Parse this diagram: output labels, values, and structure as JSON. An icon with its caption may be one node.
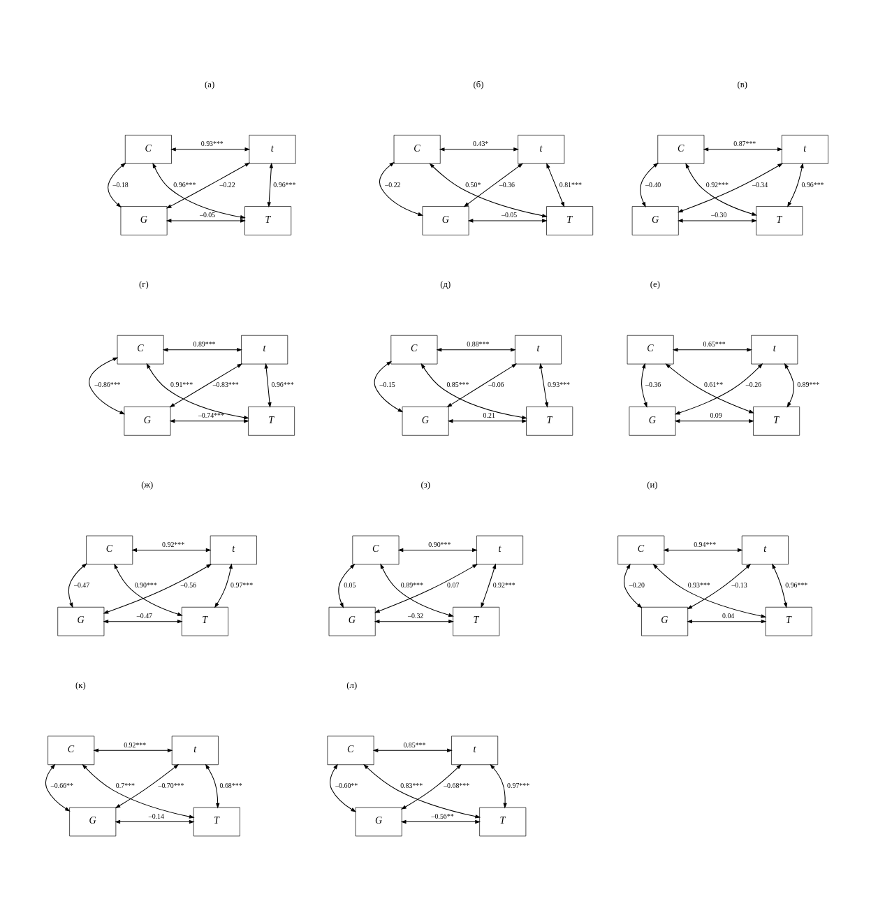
{
  "diagram": {
    "nodes": [
      {
        "text": [
          "C"
        ]
      },
      {
        "text": [
          "t"
        ]
      },
      {
        "text": [
          "G"
        ]
      },
      {
        "text": [
          "T"
        ]
      },
      {
        "text": [
          "C"
        ]
      },
      {
        "text": [
          "t"
        ]
      },
      {
        "text": [
          "G"
        ]
      },
      {
        "text": [
          "T"
        ]
      },
      {
        "text": [
          "C"
        ]
      },
      {
        "text": [
          "t"
        ]
      },
      {
        "text": [
          "G"
        ]
      },
      {
        "text": [
          "T"
        ]
      },
      {
        "text": [
          "C"
        ]
      },
      {
        "text": [
          "t"
        ]
      },
      {
        "text": [
          "G"
        ]
      },
      {
        "text": [
          "T"
        ]
      },
      {
        "text": [
          "C"
        ]
      },
      {
        "text": [
          "t"
        ]
      },
      {
        "text": [
          "G"
        ]
      },
      {
        "text": [
          "T"
        ]
      },
      {
        "text": [
          "C"
        ]
      },
      {
        "text": [
          "t"
        ]
      },
      {
        "text": [
          "G"
        ]
      },
      {
        "text": [
          "T"
        ]
      },
      {
        "text": [
          "C"
        ]
      },
      {
        "text": [
          "t"
        ]
      },
      {
        "text": [
          "G"
        ]
      },
      {
        "text": [
          "T"
        ]
      },
      {
        "text": [
          "C"
        ]
      },
      {
        "text": [
          "t"
        ]
      },
      {
        "text": [
          "G"
        ]
      },
      {
        "text": [
          "T"
        ]
      },
      {
        "text": [
          "C"
        ]
      },
      {
        "text": [
          "t"
        ]
      },
      {
        "text": [
          "G"
        ]
      },
      {
        "text": [
          "T"
        ]
      },
      {
        "text": [
          "C"
        ]
      },
      {
        "text": [
          "t"
        ]
      },
      {
        "text": [
          "G"
        ]
      },
      {
        "text": [
          "T"
        ]
      },
      {
        "text": [
          "C"
        ]
      },
      {
        "text": [
          "t"
        ]
      },
      {
        "text": [
          "G"
        ]
      },
      {
        "text": [
          "T"
        ]
      }
    ],
    "edges": [
      {
        "from": 0,
        "to": 1,
        "arrow": "both",
        "label": "0.93***"
      },
      {
        "from": 0,
        "to": 2,
        "arrow": "both",
        "label": "–0.18"
      },
      {
        "from": 0,
        "to": 3,
        "arrow": "both",
        "label": "0.96***"
      },
      {
        "from": 1,
        "to": 2,
        "arrow": "both",
        "label": "–0.22"
      },
      {
        "from": 1,
        "to": 3,
        "arrow": "both",
        "label": "0.96***"
      },
      {
        "from": 2,
        "to": 3,
        "arrow": "both",
        "label": "–0.05"
      },
      {
        "from": 4,
        "to": 5,
        "arrow": "both",
        "label": "0.43*"
      },
      {
        "from": 4,
        "to": 6,
        "arrow": "both",
        "label": "–0.22"
      },
      {
        "from": 4,
        "to": 7,
        "arrow": "both",
        "label": "0.50*"
      },
      {
        "from": 5,
        "to": 6,
        "arrow": "both",
        "label": "–0.36"
      },
      {
        "from": 5,
        "to": 7,
        "arrow": "both",
        "label": "0.81***"
      },
      {
        "from": 6,
        "to": 7,
        "arrow": "both",
        "label": "–0.05"
      },
      {
        "from": 8,
        "to": 9,
        "arrow": "both",
        "label": "0.87***"
      },
      {
        "from": 8,
        "to": 10,
        "arrow": "both",
        "label": "–0.40"
      },
      {
        "from": 8,
        "to": 11,
        "arrow": "both",
        "label": "0.92***"
      },
      {
        "from": 9,
        "to": 10,
        "arrow": "both",
        "label": "–0.34"
      },
      {
        "from": 9,
        "to": 11,
        "arrow": "both",
        "label": "0.96***"
      },
      {
        "from": 10,
        "to": 11,
        "arrow": "both",
        "label": "–0.30"
      },
      {
        "from": 12,
        "to": 13,
        "arrow": "both",
        "label": "0.89***"
      },
      {
        "from": 12,
        "to": 14,
        "arrow": "both",
        "label": "–0.86***"
      },
      {
        "from": 12,
        "to": 15,
        "arrow": "both",
        "label": "0.91***"
      },
      {
        "from": 13,
        "to": 14,
        "arrow": "both",
        "label": "–0.83***"
      },
      {
        "from": 13,
        "to": 15,
        "arrow": "both",
        "label": "0.96***"
      },
      {
        "from": 14,
        "to": 15,
        "arrow": "both",
        "label": "–0.74***"
      },
      {
        "from": 16,
        "to": 17,
        "arrow": "both",
        "label": "0.88***"
      },
      {
        "from": 16,
        "to": 18,
        "arrow": "both",
        "label": "–0.15"
      },
      {
        "from": 16,
        "to": 19,
        "arrow": "both",
        "label": "0.85***"
      },
      {
        "from": 17,
        "to": 18,
        "arrow": "both",
        "label": "–0.06"
      },
      {
        "from": 17,
        "to": 19,
        "arrow": "both",
        "label": "0.93***"
      },
      {
        "from": 18,
        "to": 19,
        "arrow": "both",
        "label": "0.21"
      },
      {
        "from": 20,
        "to": 21,
        "arrow": "both",
        "label": "0.65***"
      },
      {
        "from": 20,
        "to": 22,
        "arrow": "both",
        "label": "–0.36"
      },
      {
        "from": 20,
        "to": 23,
        "arrow": "both",
        "label": "0.61**"
      },
      {
        "from": 21,
        "to": 22,
        "arrow": "both",
        "label": "–0.26"
      },
      {
        "from": 21,
        "to": 23,
        "arrow": "both",
        "label": "0.89***"
      },
      {
        "from": 22,
        "to": 23,
        "arrow": "both",
        "label": "0.09"
      },
      {
        "from": 24,
        "to": 25,
        "arrow": "both",
        "label": "0.92***"
      },
      {
        "from": 24,
        "to": 26,
        "arrow": "both",
        "label": "–0.47"
      },
      {
        "from": 24,
        "to": 27,
        "arrow": "both",
        "label": "0.90***"
      },
      {
        "from": 25,
        "to": 26,
        "arrow": "both",
        "label": "–0.56"
      },
      {
        "from": 25,
        "to": 27,
        "arrow": "both",
        "label": "0.97***"
      },
      {
        "from": 26,
        "to": 27,
        "arrow": "both",
        "label": "–0.47"
      },
      {
        "from": 28,
        "to": 29,
        "arrow": "both",
        "label": "0.90***"
      },
      {
        "from": 28,
        "to": 30,
        "arrow": "both",
        "label": "0.05"
      },
      {
        "from": 28,
        "to": 31,
        "arrow": "both",
        "label": "0.89***"
      },
      {
        "from": 29,
        "to": 30,
        "arrow": "both",
        "label": "0.07"
      },
      {
        "from": 29,
        "to": 31,
        "arrow": "both",
        "label": "0.92***"
      },
      {
        "from": 30,
        "to": 31,
        "arrow": "both",
        "label": "–0.32"
      },
      {
        "from": 32,
        "to": 33,
        "arrow": "both",
        "label": "0.94***"
      },
      {
        "from": 32,
        "to": 34,
        "arrow": "both",
        "label": "–0.20"
      },
      {
        "from": 32,
        "to": 35,
        "arrow": "both",
        "label": "0.93***"
      },
      {
        "from": 33,
        "to": 34,
        "arrow": "both",
        "label": "–0.13"
      },
      {
        "from": 33,
        "to": 35,
        "arrow": "both",
        "label": "0.96***"
      },
      {
        "from": 34,
        "to": 35,
        "arrow": "both",
        "label": "0.04"
      },
      {
        "from": 36,
        "to": 37,
        "arrow": "both",
        "label": "0.92***"
      },
      {
        "from": 36,
        "to": 38,
        "arrow": "both",
        "label": "–0.66**"
      },
      {
        "from": 36,
        "to": 39,
        "arrow": "both",
        "label": "0.7***"
      },
      {
        "from": 37,
        "to": 38,
        "arrow": "both",
        "label": "–0.70***"
      },
      {
        "from": 37,
        "to": 39,
        "arrow": "both",
        "label": "0.68***"
      },
      {
        "from": 38,
        "to": 39,
        "arrow": "both",
        "label": "–0.14"
      },
      {
        "from": 40,
        "to": 41,
        "arrow": "both",
        "label": "0.85***"
      },
      {
        "from": 40,
        "to": 42,
        "arrow": "both",
        "label": "–0.60**"
      },
      {
        "from": 40,
        "to": 43,
        "arrow": "both",
        "label": "0.83***"
      },
      {
        "from": 41,
        "to": 42,
        "arrow": "both",
        "label": "–0.68***"
      },
      {
        "from": 41,
        "to": 43,
        "arrow": "both",
        "label": "0.97***"
      },
      {
        "from": 42,
        "to": 43,
        "arrow": "both",
        "label": "–0.56**"
      }
    ],
    "labels": [
      "(а)",
      "(б)",
      "(в)",
      "(г)",
      "(д)",
      "(е)",
      "(ж)",
      "(з)",
      "(и)",
      "(к)",
      "(л)"
    ]
  }
}
